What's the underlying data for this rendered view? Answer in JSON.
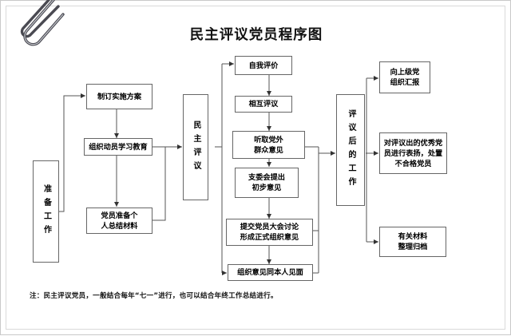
{
  "document": {
    "title": "民主评议党员程序图",
    "note": "注：民主评议党员，一般结合每年“七一”进行，也可以结合年终工作总结进行。",
    "clip_icon": "paperclip-icon",
    "border_color": "#666666",
    "text_color": "#000000",
    "page_background": "#ffffff"
  },
  "nodes": {
    "prepare_phase": "准备工作",
    "make_plan": "制订实施方案",
    "mobilize_study": "组织动员学习教育",
    "member_summary": "党员准备个\n人总结材料",
    "democratic_review": "民主评议",
    "self_evaluation": "自我评价",
    "mutual_review": "相互评议",
    "outside_opinions": "听取党外\n群众意见",
    "branch_committee": "支委会提出\n初步意见",
    "member_assembly": "提交党员大会讨论\n形成正式组织意见",
    "meet_person": "组织意见同本人见面",
    "after_review_work": "评议后的工作",
    "report_upper": "向上级党\n组织汇报",
    "praise_dispose": "对评议出的优秀党\n员进行表扬，处置\n不合格党员",
    "archive_materials": "有关材料\n整理归档"
  }
}
